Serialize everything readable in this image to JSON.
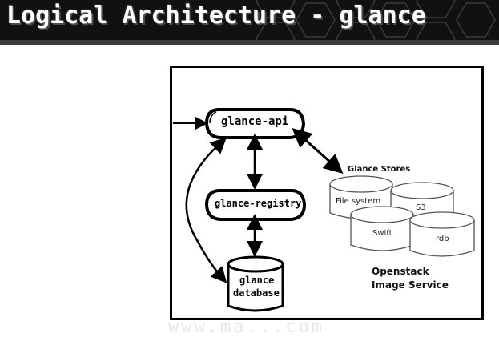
{
  "slide": {
    "title": "Logical Architecture - glance"
  },
  "diagram": {
    "nodes": {
      "api": "glance-api",
      "registry": "glance-registry",
      "database_line1": "glance",
      "database_line2": "database"
    },
    "stores": {
      "title": "Glance Stores",
      "file_system": "File system",
      "s3": "S3",
      "swift": "Swift",
      "rdb": "rdb"
    },
    "service": {
      "line1": "Openstack",
      "line2": "Image Service"
    }
  },
  "watermark": "www.ma...com"
}
